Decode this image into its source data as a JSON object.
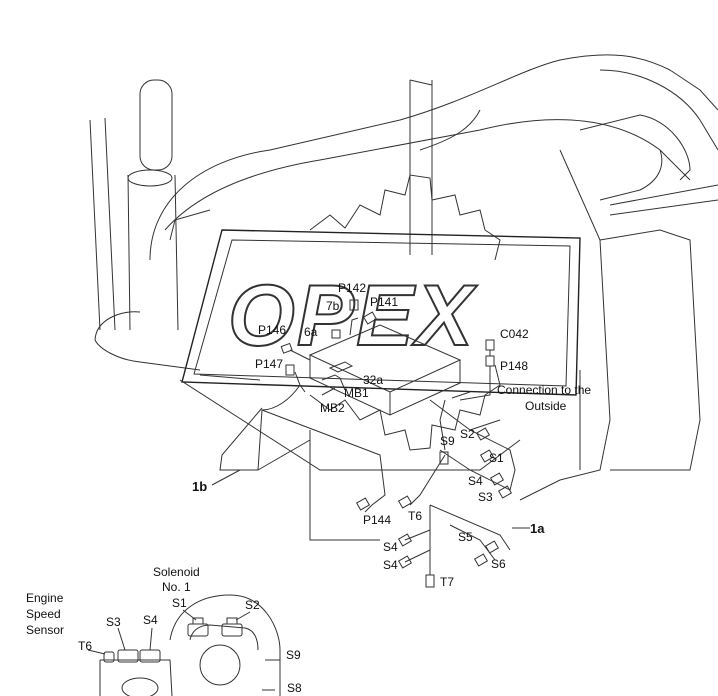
{
  "watermark": {
    "text": "OPEX"
  },
  "labels": {
    "p142": "P142",
    "l7b": "7b",
    "p141": "P141",
    "p146": "P146",
    "l6a": "6a",
    "c042": "C042",
    "p147": "P147",
    "p148": "P148",
    "l32a": "32a",
    "mb1": "MB1",
    "mb2": "MB2",
    "conn1": "Connection to the",
    "conn2": "Outside",
    "s9_top": "S9",
    "s2_top": "S2",
    "s1_top": "S1",
    "s4_right": "S4",
    "s3_right": "S3",
    "l1b": "1b",
    "p144": "P144",
    "t6_mid": "T6",
    "l1a": "1a",
    "s5": "S5",
    "s4_a": "S4",
    "s4_b": "S4",
    "s6": "S6",
    "t7": "T7",
    "solenoid1": "Solenoid",
    "solenoid2": "No. 1",
    "s1_bottom": "S1",
    "s2_bottom": "S2",
    "engine1": "Engine",
    "engine2": "Speed",
    "engine3": "Sensor",
    "s3_bottom": "S3",
    "s4_bottom": "S4",
    "t6_bottom": "T6",
    "s9_bottom": "S9",
    "s8_bottom": "S8"
  }
}
